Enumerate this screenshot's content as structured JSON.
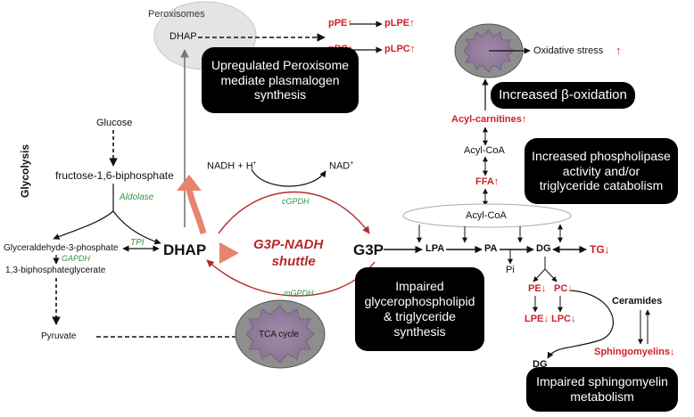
{
  "peroxisomes": {
    "label": "Peroxisomes",
    "dhap": "DHAP"
  },
  "plasmalogens": {
    "ppe": "pPE",
    "plpe": "pLPE",
    "ppc": "pPC",
    "plpc": "pLPC",
    "up": "↑"
  },
  "boxes": {
    "peroxisome": [
      "Upregulated Peroxisome",
      "mediate plasmalogen",
      "synthesis"
    ],
    "beta_ox": "Increased β-oxidation",
    "phospholipase": [
      "Increased phospholipase",
      "activity and/or",
      "triglyceride catabolism"
    ],
    "glycero": [
      "Impaired",
      "glycerophospholipid",
      "& triglyceride",
      "synthesis"
    ],
    "sphingo": [
      "Impaired sphingomyelin",
      "metabolism"
    ]
  },
  "oxidative": {
    "label": "Oxidative stress",
    "up": "↑"
  },
  "glycolysis": {
    "title": "Glycolysis",
    "glucose": "Glucose",
    "fbp": "fructose-1,6-biphosphate",
    "aldolase": "Aldolase",
    "g3p_long": "Glyceraldehyde-3-phosphate",
    "tpi": "TPI",
    "gapdh": "GAPDH",
    "bpg": "1,3-biphosphateglycerate",
    "pyruvate": "Pyruvate"
  },
  "shuttle": {
    "dhap": "DHAP",
    "g3p": "G3P",
    "nadh": "NADH + H",
    "nadh_sup": "+",
    "nad": "NAD",
    "nad_sup": "+",
    "cgpdh": "cGPDH",
    "mgpdh": "mGPDH",
    "label1": "G3P-NADH",
    "label2": "shuttle",
    "tca": "TCA cycle"
  },
  "lipids": {
    "acyl_carnitines": "Acyl-carnitines",
    "acyl_coa_top": "Acyl-CoA",
    "ffa": "FFA",
    "acyl_coa_oval": "Acyl-CoA",
    "lpa": "LPA",
    "pa": "PA",
    "dg": "DG",
    "tg": "TG",
    "pi": "Pi",
    "pe": "PE",
    "pc": "PC",
    "lpe": "LPE",
    "lpc": "LPC",
    "ceramides": "Ceramides",
    "sphingomyelins": "Sphingomyelins",
    "dg2": "DG",
    "up": "↑",
    "down": "↓"
  },
  "colors": {
    "red": "#d0202a",
    "green": "#2e9a3e",
    "dark_red": "#b52a2a",
    "salmon": "#e8836e"
  }
}
